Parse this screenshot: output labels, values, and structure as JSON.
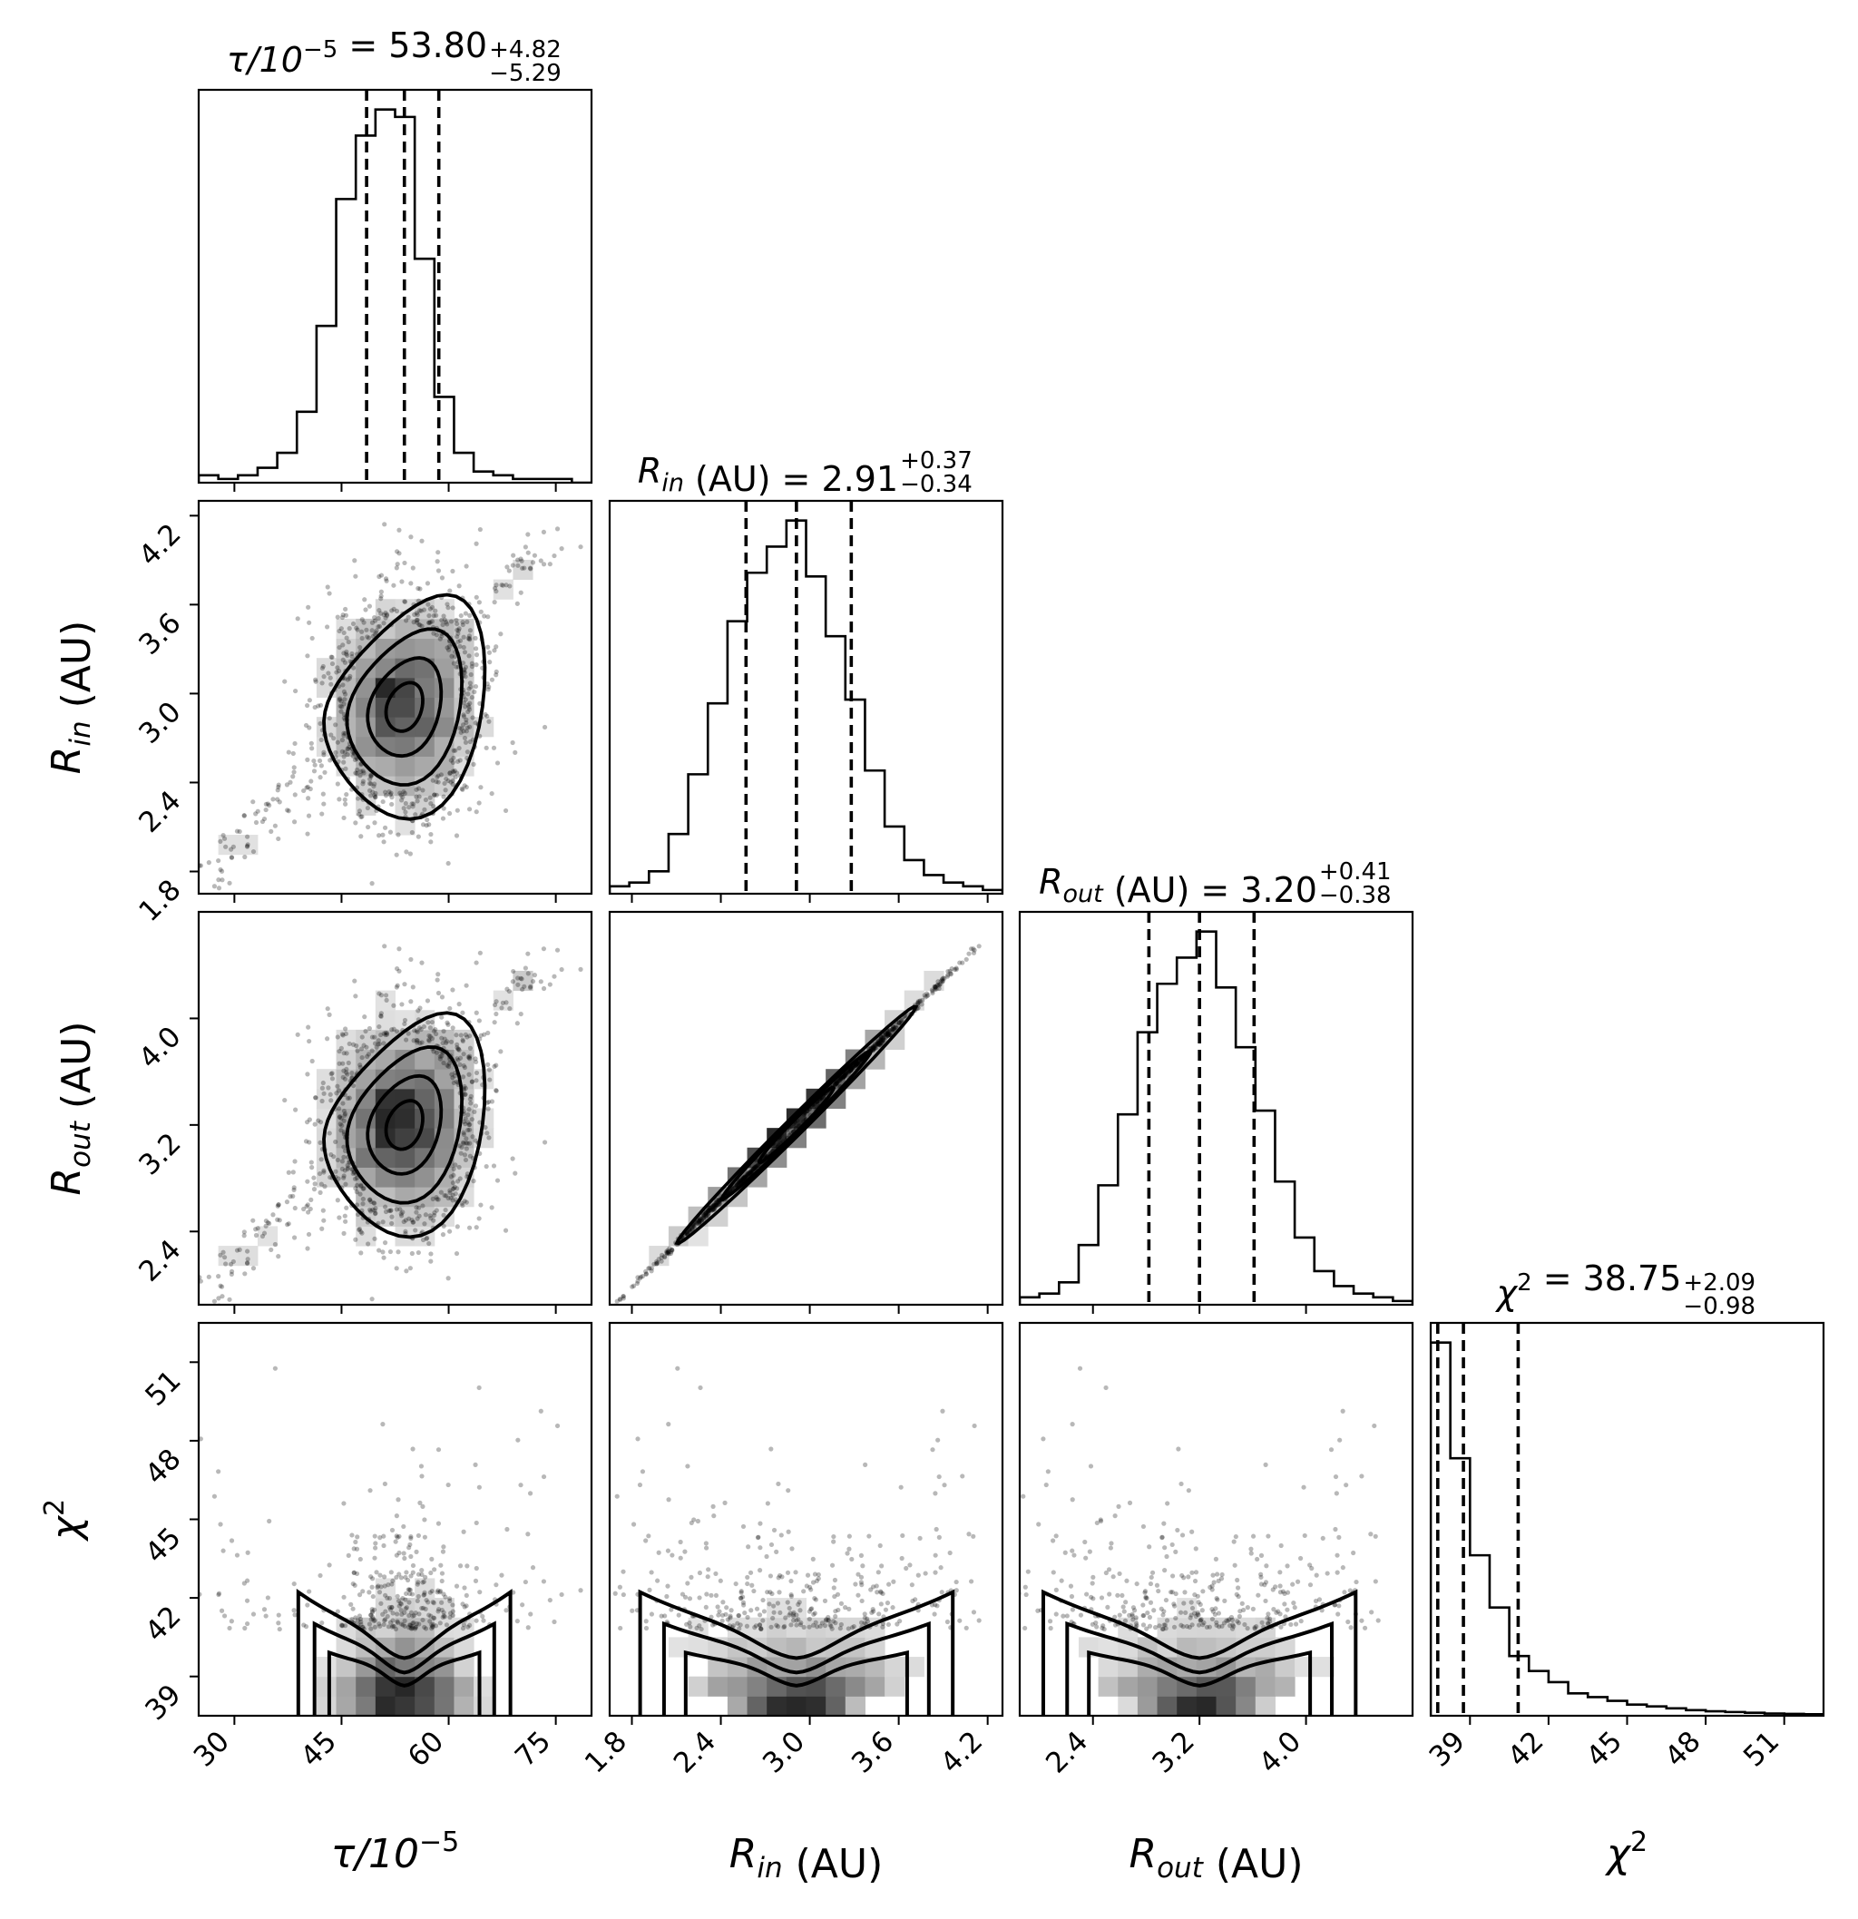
{
  "chart_data": {
    "type": "corner",
    "parameters": [
      {
        "key": "tau",
        "label_main": "τ/10",
        "label_sup": "−5",
        "title_main": "τ/10",
        "title_sup": "−5",
        "title_value": " = 53.80",
        "title_plus": "+4.82",
        "title_minus": "−5.29",
        "range": [
          25,
          80
        ],
        "ticks": [
          30,
          45,
          60,
          75
        ],
        "tick_labels": [
          "30",
          "45",
          "60",
          "75"
        ],
        "quantiles": [
          48.51,
          53.8,
          58.62
        ],
        "median": 53.8,
        "sigma": 5.0
      },
      {
        "key": "rin",
        "label_main": "R",
        "label_sub": "in",
        "label_tail": " (AU)",
        "title_main": "R",
        "title_sub": "in",
        "title_value": " (AU) = 2.91",
        "title_plus": "+0.37",
        "title_minus": "−0.34",
        "range": [
          1.65,
          4.3
        ],
        "ticks": [
          1.8,
          2.4,
          3.0,
          3.6,
          4.2
        ],
        "tick_labels": [
          "1.8",
          "2.4",
          "3.0",
          "3.6",
          "4.2"
        ],
        "quantiles": [
          2.57,
          2.91,
          3.28
        ],
        "median": 2.91,
        "sigma": 0.355
      },
      {
        "key": "rout",
        "label_main": "R",
        "label_sub": "out",
        "label_tail": " (AU)",
        "title_main": "R",
        "title_sub": "out",
        "title_value": " (AU) = 3.20",
        "title_plus": "+0.41",
        "title_minus": "−0.38",
        "range": [
          1.85,
          4.8
        ],
        "ticks": [
          2.4,
          3.2,
          4.0
        ],
        "tick_labels": [
          "2.4",
          "3.2",
          "4.0"
        ],
        "quantiles": [
          2.82,
          3.2,
          3.61
        ],
        "median": 3.2,
        "sigma": 0.395
      },
      {
        "key": "chi2",
        "label_main": "χ",
        "label_sup": "2",
        "title_main": "χ",
        "title_sup": "2",
        "title_value": " = 38.75",
        "title_plus": "+2.09",
        "title_minus": "−0.98",
        "range": [
          37.5,
          52.5
        ],
        "ticks": [
          39,
          42,
          45,
          48,
          51
        ],
        "tick_labels": [
          "39",
          "42",
          "45",
          "48",
          "51"
        ],
        "quantiles": [
          37.77,
          38.75,
          40.84
        ],
        "median": 38.75,
        "sigma": 1.5
      }
    ],
    "histograms": [
      {
        "param": "tau",
        "bin_edges": [
          25,
          27.75,
          30.5,
          33.25,
          36,
          38.75,
          41.5,
          44.25,
          47,
          49.75,
          52.5,
          55.25,
          58,
          60.75,
          63.5,
          66.25,
          69,
          71.75,
          74.5,
          77.25,
          80
        ],
        "counts": [
          0.02,
          0.01,
          0.02,
          0.04,
          0.08,
          0.19,
          0.42,
          0.76,
          0.93,
          1.0,
          0.98,
          0.6,
          0.23,
          0.08,
          0.03,
          0.02,
          0.01,
          0.01,
          0.01,
          0.0
        ]
      },
      {
        "param": "rin",
        "bin_edges": [
          1.65,
          1.7825,
          1.915,
          2.0475,
          2.18,
          2.3125,
          2.445,
          2.5775,
          2.71,
          2.8425,
          2.975,
          3.1075,
          3.24,
          3.3725,
          3.505,
          3.6375,
          3.77,
          3.9025,
          4.035,
          4.1675,
          4.3
        ],
        "counts": [
          0.02,
          0.03,
          0.06,
          0.16,
          0.32,
          0.51,
          0.73,
          0.86,
          0.93,
          1.0,
          0.85,
          0.69,
          0.52,
          0.33,
          0.18,
          0.09,
          0.05,
          0.03,
          0.02,
          0.01
        ]
      },
      {
        "param": "rout",
        "bin_edges": [
          1.85,
          1.9975,
          2.145,
          2.2925,
          2.44,
          2.5875,
          2.735,
          2.8825,
          3.03,
          3.1775,
          3.325,
          3.4725,
          3.62,
          3.7675,
          3.915,
          4.0625,
          4.21,
          4.3575,
          4.505,
          4.6525,
          4.8
        ],
        "counts": [
          0.02,
          0.03,
          0.06,
          0.16,
          0.32,
          0.51,
          0.73,
          0.86,
          0.93,
          1.0,
          0.85,
          0.69,
          0.52,
          0.33,
          0.18,
          0.09,
          0.05,
          0.03,
          0.02,
          0.01
        ]
      },
      {
        "param": "chi2",
        "bin_edges": [
          37.5,
          38.25,
          39.0,
          39.75,
          40.5,
          41.25,
          42.0,
          42.75,
          43.5,
          44.25,
          45.0,
          45.75,
          46.5,
          47.25,
          48.0,
          48.75,
          49.5,
          50.25,
          51.0,
          51.75,
          52.5
        ],
        "counts": [
          1.0,
          0.69,
          0.43,
          0.29,
          0.16,
          0.12,
          0.09,
          0.06,
          0.05,
          0.04,
          0.03,
          0.025,
          0.02,
          0.015,
          0.012,
          0.01,
          0.008,
          0.006,
          0.005,
          0.004
        ]
      }
    ],
    "contour_levels": [
      "0.5σ",
      "1σ",
      "1.5σ",
      "2σ"
    ],
    "colors": {
      "ink": "#000000",
      "background": "#ffffff"
    }
  }
}
